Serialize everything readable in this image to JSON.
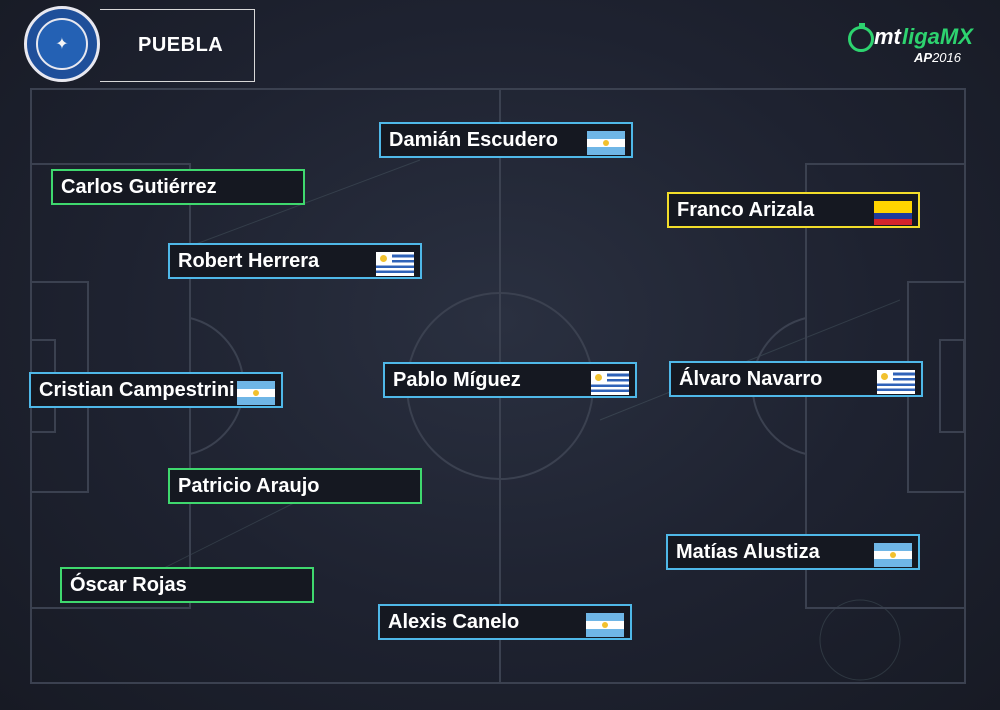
{
  "header": {
    "team_name": "PUEBLA",
    "brand": {
      "mt": "mt",
      "liga": "ligaMX",
      "season_prefix": "AP",
      "season_year": "2016"
    }
  },
  "lineup": [
    {
      "id": "escudero",
      "name": "Damián Escudero",
      "nationality": "argentina",
      "border": "blue"
    },
    {
      "id": "gutierrez",
      "name": "Carlos Gutiérrez",
      "nationality": "",
      "border": "green"
    },
    {
      "id": "arizala",
      "name": "Franco Arizala",
      "nationality": "colombia",
      "border": "yellow"
    },
    {
      "id": "herrera",
      "name": "Robert Herrera",
      "nationality": "uruguay",
      "border": "blue"
    },
    {
      "id": "campestrini",
      "name": "Cristian Campestrini",
      "nationality": "argentina",
      "border": "blue"
    },
    {
      "id": "miguez",
      "name": "Pablo Míguez",
      "nationality": "uruguay",
      "border": "blue"
    },
    {
      "id": "navarro",
      "name": "Álvaro Navarro",
      "nationality": "uruguay",
      "border": "blue"
    },
    {
      "id": "araujo",
      "name": "Patricio Araujo",
      "nationality": "",
      "border": "green"
    },
    {
      "id": "alustiza",
      "name": "Matías Alustiza",
      "nationality": "argentina",
      "border": "blue"
    },
    {
      "id": "rojas",
      "name": "Óscar Rojas",
      "nationality": "",
      "border": "green"
    },
    {
      "id": "canelo",
      "name": "Alexis Canelo",
      "nationality": "argentina",
      "border": "blue"
    }
  ],
  "colors": {
    "border_blue": "#4fb8e8",
    "border_green": "#3fd86e",
    "border_yellow": "#f2dd2a",
    "brand_green": "#2dd36f"
  }
}
